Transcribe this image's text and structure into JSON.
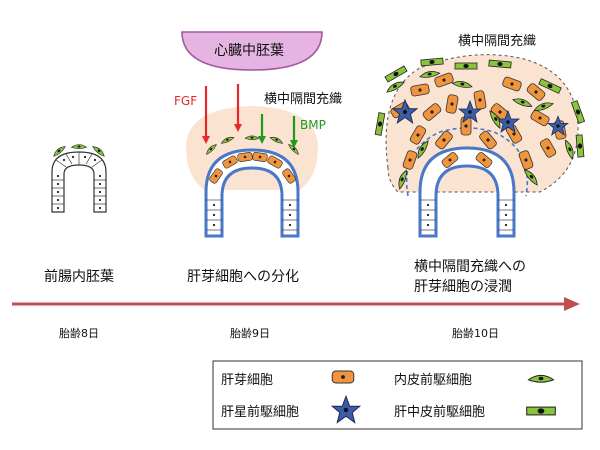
{
  "labels": {
    "cardiac_mesoderm": "心臓中胚葉",
    "fgf": "FGF",
    "bmp": "BMP",
    "stm_middle": "横中隔間充織",
    "stm_right": "横中隔間充織"
  },
  "stages": [
    {
      "caption": "前腸内胚葉",
      "day": "胎齢8日"
    },
    {
      "caption": "肝芽細胞への分化",
      "day": "胎齢9日"
    },
    {
      "caption_line1": "横中隔間充織への",
      "caption_line2": "肝芽細胞の浸潤",
      "day": "胎齢10日"
    }
  ],
  "legend": {
    "hepatoblast": "肝芽細胞",
    "endothelial_progenitor": "内皮前駆細胞",
    "stellate_progenitor": "肝星前駆細胞",
    "mesothelial_progenitor": "肝中皮前駆細胞"
  },
  "colors": {
    "cardiac_mesoderm": "#e6b4e2",
    "mesenchyme": "#fbe3d2",
    "fgf_arrow": "#e82828",
    "bmp_arrow": "#1f9a1f",
    "bmp_text": "#1f9a1f",
    "epithelium_outline": "#4a78c8",
    "hepatoblast": "#f0953e",
    "endothelial": "#8ac43c",
    "stellate": "#3d5ca8",
    "timeline": "#c0504d"
  }
}
